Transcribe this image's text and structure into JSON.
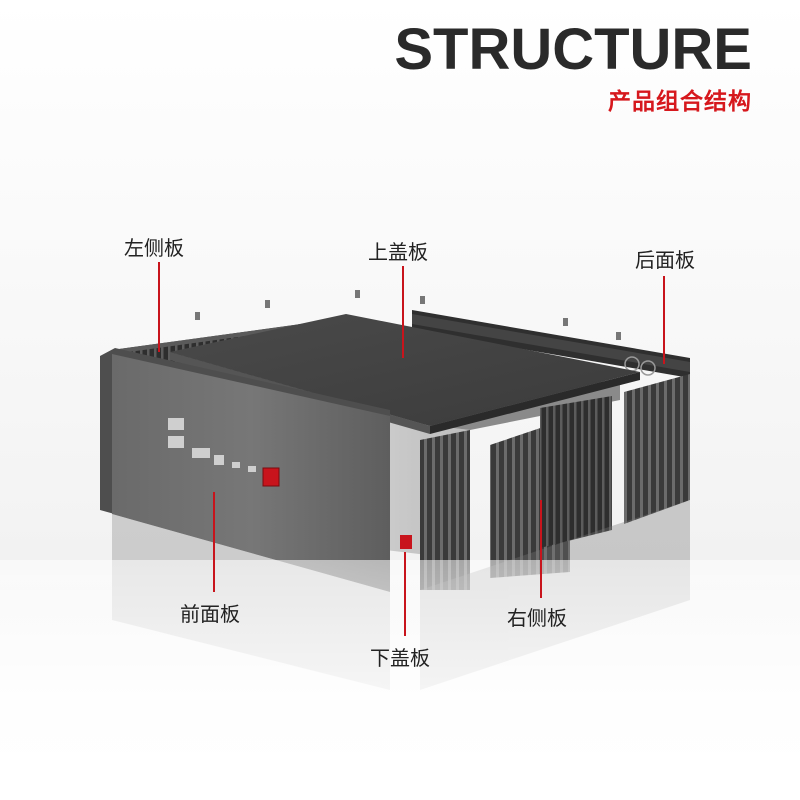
{
  "header": {
    "title": "STRUCTURE",
    "subtitle": "产品组合结构"
  },
  "labels": {
    "left_side_panel": "左侧板",
    "top_cover": "上盖板",
    "rear_panel": "后面板",
    "front_panel": "前面板",
    "bottom_cover": "下盖板",
    "right_side_panel": "右侧板"
  },
  "colors": {
    "accent": "#d6181d",
    "leader": "#c8141c",
    "title": "#2a2a2a",
    "metal_dark": "#3a3a3a",
    "metal_mid": "#5a5a5a",
    "metal_light": "#8a8a8a"
  }
}
